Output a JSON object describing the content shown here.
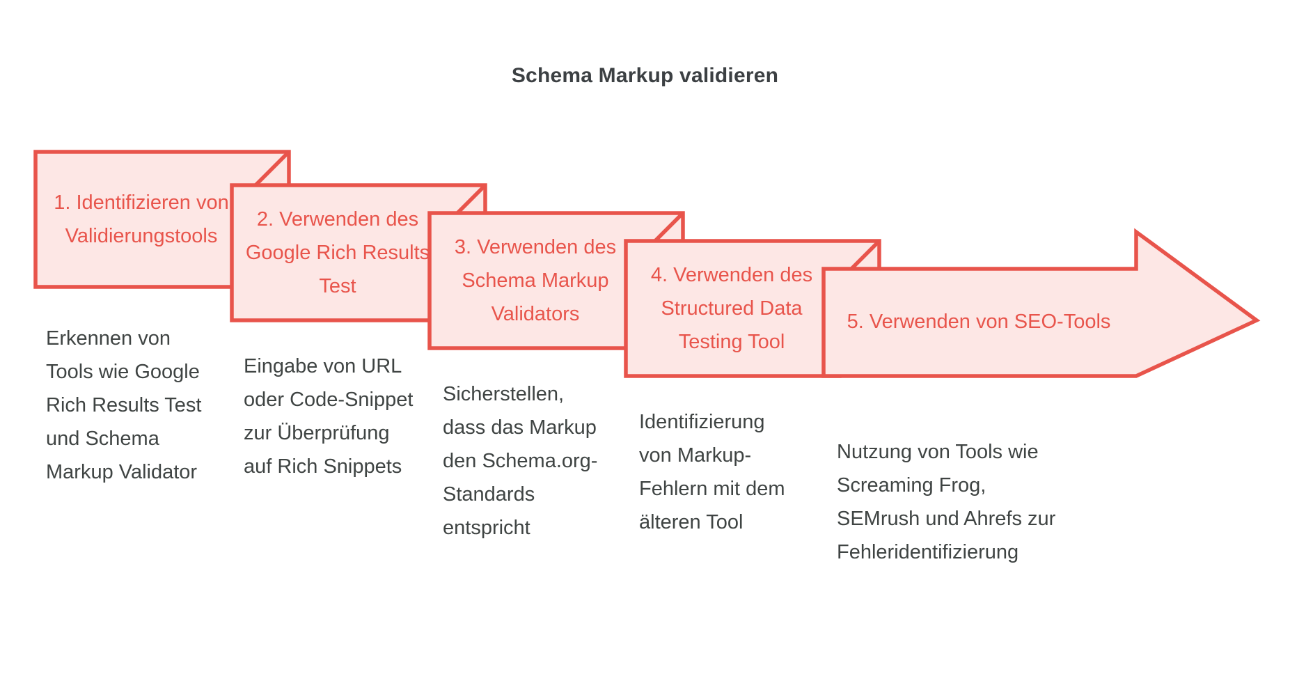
{
  "diagram": {
    "title": "Schema Markup validieren",
    "type": "chevron-process-flow",
    "colors": {
      "title_text": "#3c4043",
      "step_fill": "#fde7e5",
      "step_stroke": "#e8544b",
      "step_title_text": "#e8544b",
      "description_text": "#3f4443",
      "background": "#ffffff"
    },
    "steps": [
      {
        "number": "1",
        "title": "1. Identifizieren von Validierungstools",
        "description": "Erkennen von Tools wie Google Rich Results Test und Schema Markup Validator"
      },
      {
        "number": "2",
        "title": "2. Verwenden des Google Rich Results Test",
        "description": "Eingabe von URL oder Code-Snippet zur Überprüfung auf Rich Snippets"
      },
      {
        "number": "3",
        "title": "3. Verwenden des Schema Markup Validators",
        "description": "Sicherstellen, dass das Markup den Schema.org-Standards entspricht"
      },
      {
        "number": "4",
        "title": "4. Verwenden des Structured Data Testing Tool",
        "description": "Identifizierung von Markup-Fehlern mit dem älteren Tool"
      },
      {
        "number": "5",
        "title": "5. Verwenden von SEO-Tools",
        "description": "Nutzung von Tools wie Screaming Frog, SEMrush und Ahrefs zur Fehleridentifizierung"
      }
    ]
  }
}
